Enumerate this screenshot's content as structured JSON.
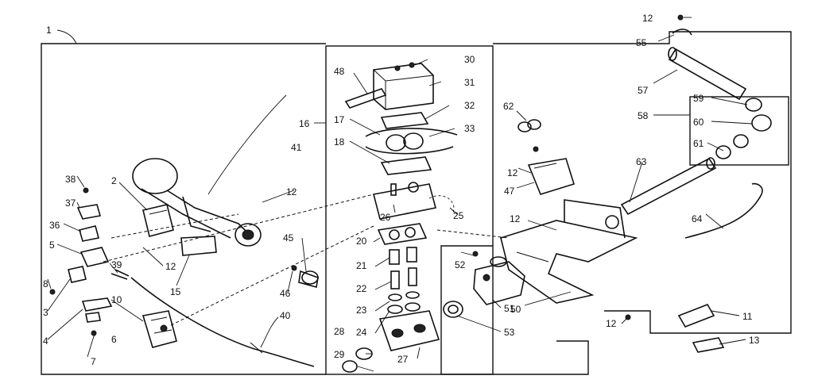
{
  "diagram": {
    "labels": {
      "l1": "1",
      "l2": "2",
      "l3": "3",
      "l4": "4",
      "l5": "5",
      "l6": "6",
      "l7": "7",
      "l8": "8",
      "l10": "10",
      "l11": "11",
      "l12a": "12",
      "l12b": "12",
      "l12c": "12",
      "l12d": "12",
      "l12e": "12",
      "l12f": "12",
      "l13": "13",
      "l15": "15",
      "l16": "16",
      "l17": "17",
      "l18": "18",
      "l20": "20",
      "l21": "21",
      "l22": "22",
      "l23": "23",
      "l24": "24",
      "l25": "25",
      "l26": "26",
      "l27": "27",
      "l28": "28",
      "l29": "29",
      "l30": "30",
      "l31": "31",
      "l32": "32",
      "l33": "33",
      "l36": "36",
      "l37": "37",
      "l38": "38",
      "l39": "39",
      "l40": "40",
      "l41": "41",
      "l45": "45",
      "l46": "46",
      "l47": "47",
      "l48": "48",
      "l50": "50",
      "l51": "51",
      "l52": "52",
      "l53": "53",
      "l55": "55",
      "l57": "57",
      "l58": "58",
      "l59": "59",
      "l60": "60",
      "l61": "61",
      "l62": "62",
      "l63": "63",
      "l64": "64"
    }
  }
}
